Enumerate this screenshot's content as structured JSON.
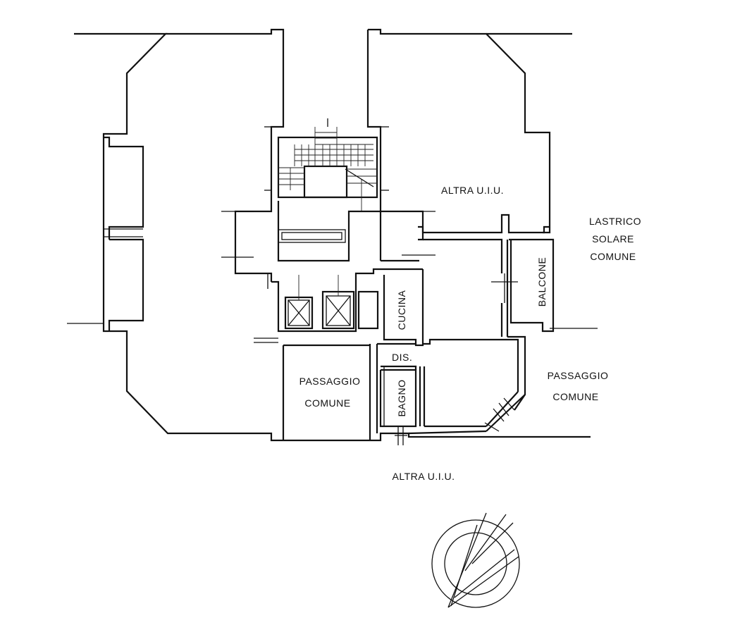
{
  "labels": {
    "altra_uiu_top": "ALTRA U.I.U.",
    "lastrico_1": "LASTRICO",
    "lastrico_2": "SOLARE",
    "lastrico_3": "COMUNE",
    "balcone": "BALCONE",
    "cucina": "CUCINA",
    "dis": "DIS.",
    "bagno": "BAGNO",
    "passaggio_left_1": "PASSAGGIO",
    "passaggio_left_2": "COMUNE",
    "passaggio_right_1": "PASSAGGIO",
    "passaggio_right_2": "COMUNE",
    "altra_uiu_bottom": "ALTRA U.I.U."
  },
  "colors": {
    "ink": "#111111",
    "paper": "#ffffff"
  },
  "icons": [
    "north-arrow-icon",
    "elevator-icon"
  ]
}
